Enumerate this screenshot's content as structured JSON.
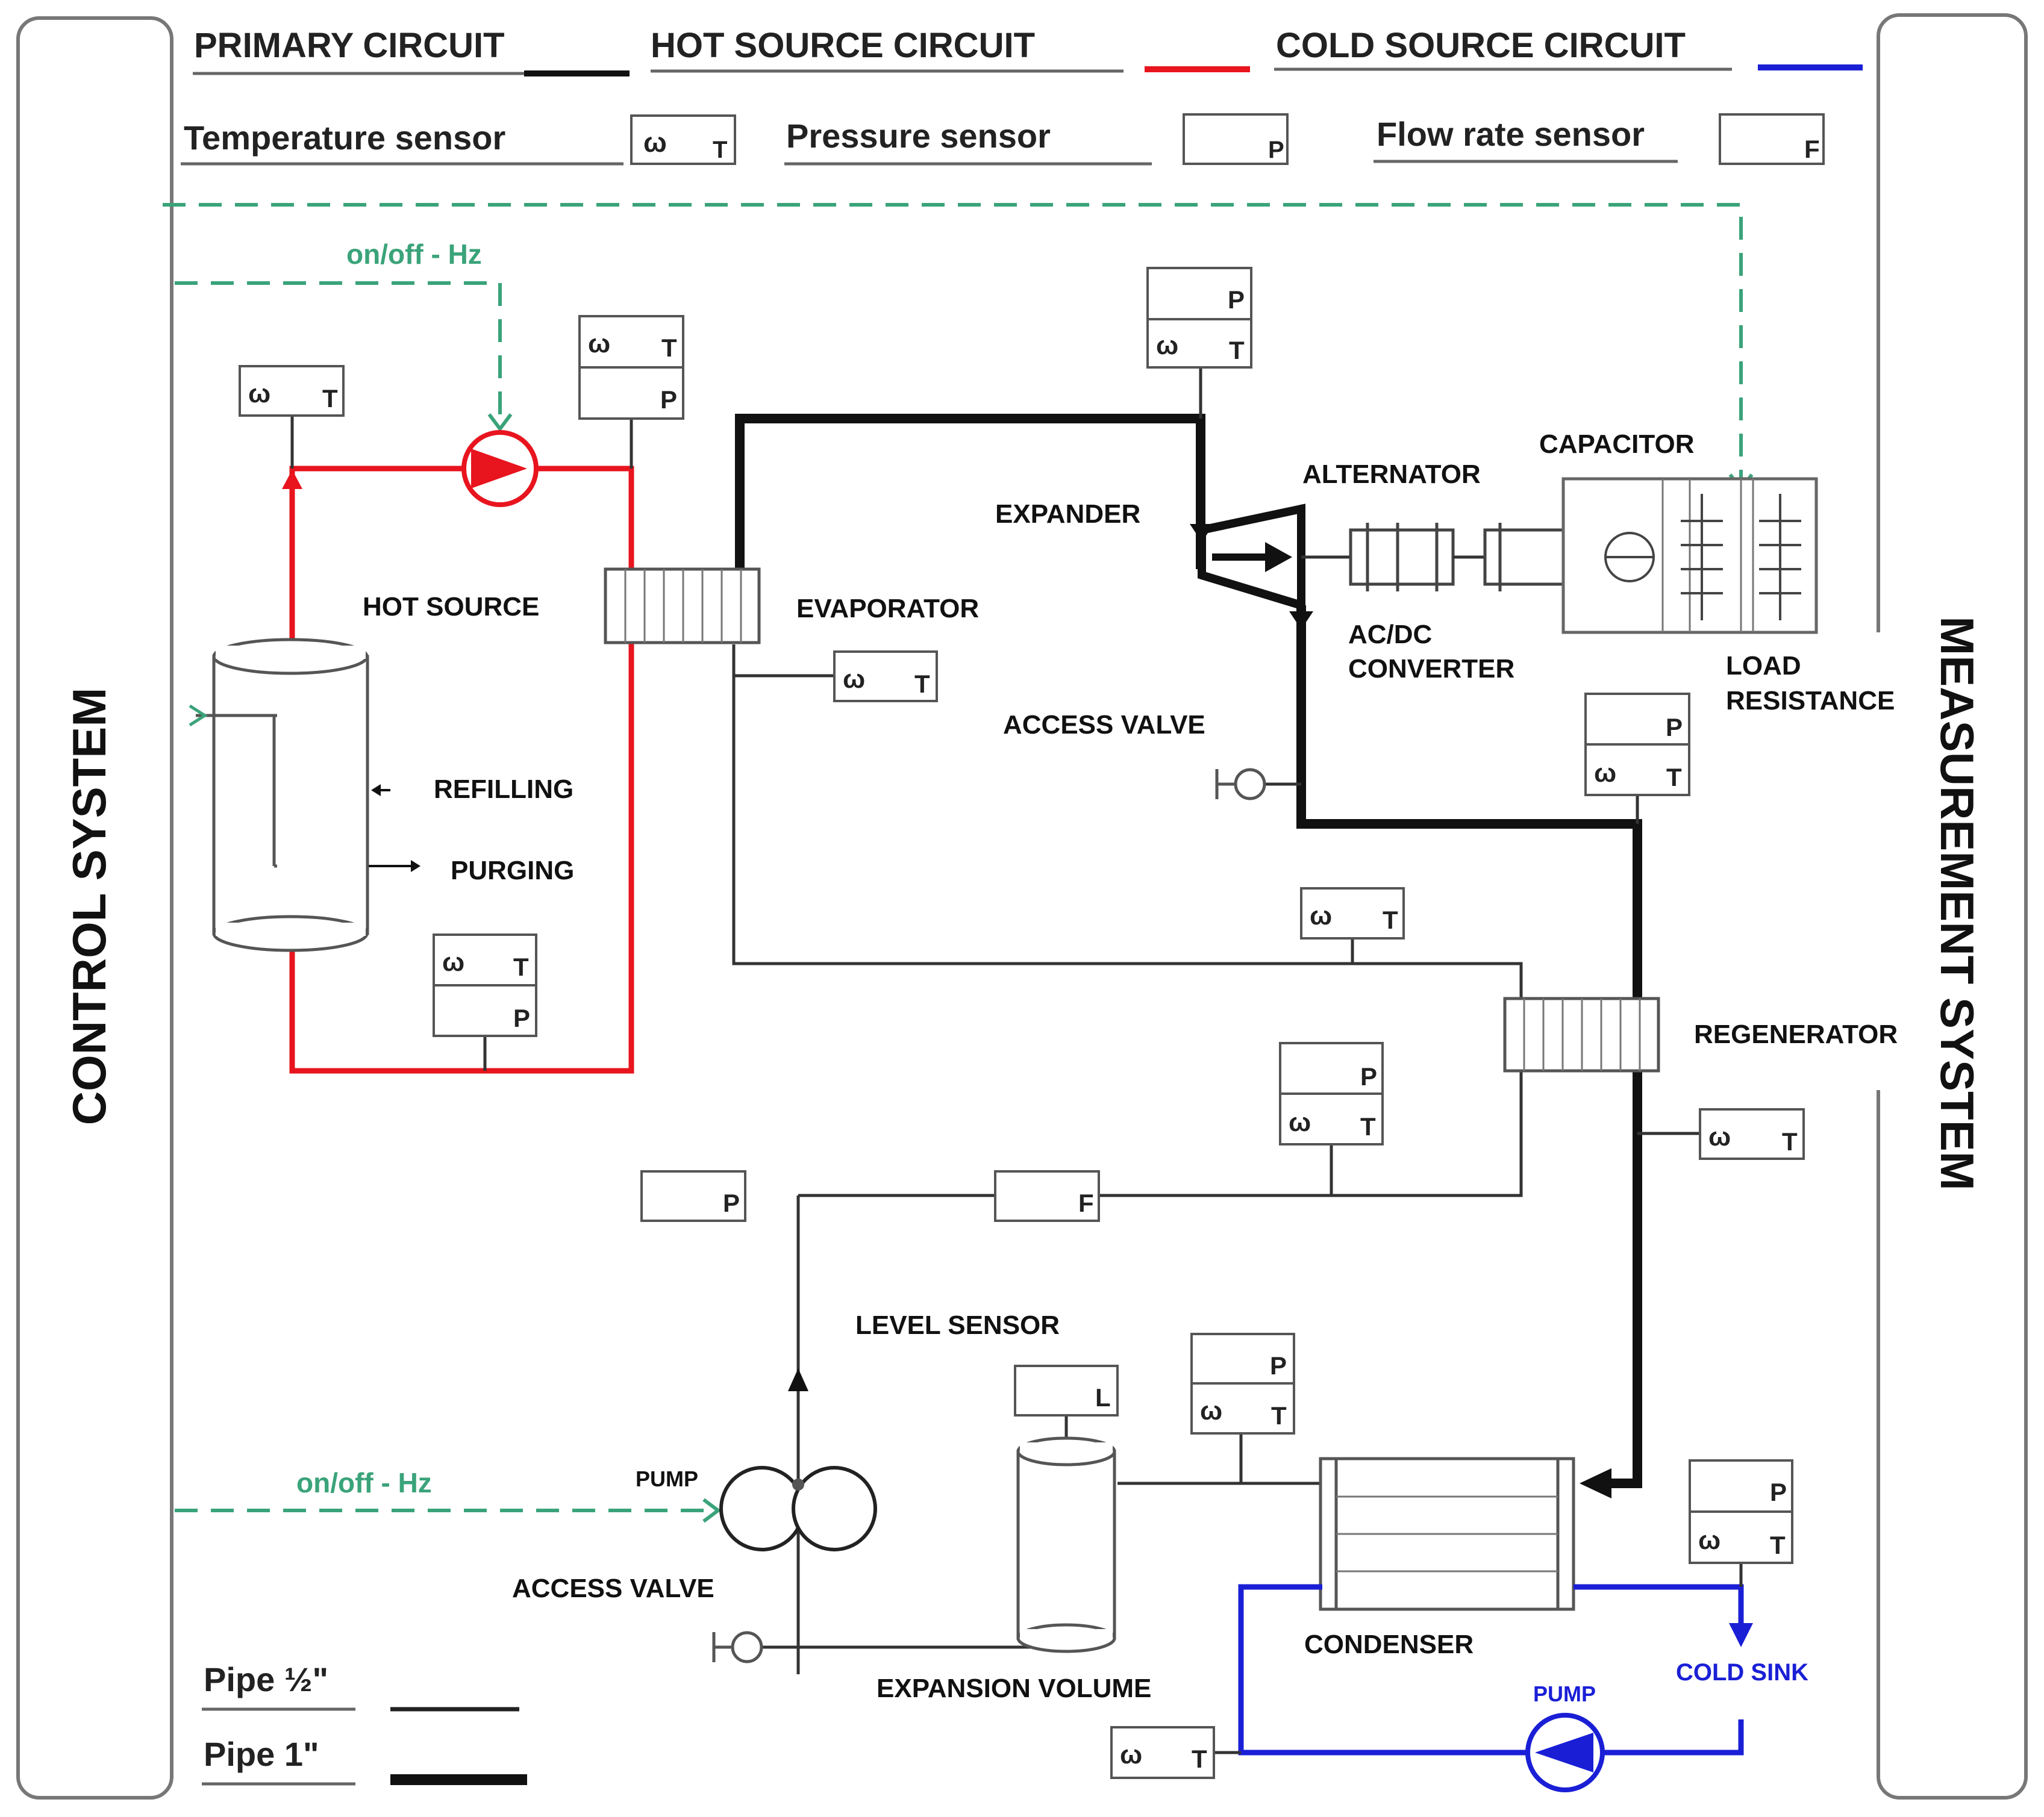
{
  "legend": {
    "primary_circuit": "PRIMARY CIRCUIT",
    "hot_source_circuit": "HOT SOURCE CIRCUIT",
    "cold_source_circuit": "COLD SOURCE CIRCUIT",
    "temperature_sensor": "Temperature sensor",
    "pressure_sensor": "Pressure sensor",
    "flow_rate_sensor": "Flow rate sensor",
    "pipe_half": "Pipe ½\"",
    "pipe_one": "Pipe 1\""
  },
  "side_panels": {
    "control_system": "CONTROL SYSTEM",
    "measurement_system": "MEASUREMENT SYSTEM"
  },
  "signals": {
    "top": "on/off - Hz",
    "bottom": "on/off - Hz"
  },
  "components": {
    "hot_source": "HOT SOURCE",
    "evaporator": "EVAPORATOR",
    "expander": "EXPANDER",
    "alternator": "ALTERNATOR",
    "capacitor": "CAPACITOR",
    "acdc_line1": "AC/DC",
    "acdc_line2": "CONVERTER",
    "load_line1": "LOAD",
    "load_line2": "RESISTANCE",
    "access_valve_upper": "ACCESS VALVE",
    "refilling": "REFILLING",
    "purging": "PURGING",
    "regenerator": "REGENERATOR",
    "level_sensor": "LEVEL SENSOR",
    "pump_primary": "PUMP",
    "access_valve_lower": "ACCESS VALVE",
    "condenser": "CONDENSER",
    "expansion_volume": "EXPANSION VOLUME",
    "pump_cold": "PUMP",
    "cold_sink": "COLD SINK"
  },
  "sensor_symbols": {
    "temperature": "T",
    "pressure": "P",
    "flow": "F",
    "level": "L",
    "wave": "ω"
  },
  "colors": {
    "primary": "#111111",
    "hot_source": "#e8141e",
    "cold_source": "#1a1fd6",
    "signal": "#3aa37a"
  }
}
